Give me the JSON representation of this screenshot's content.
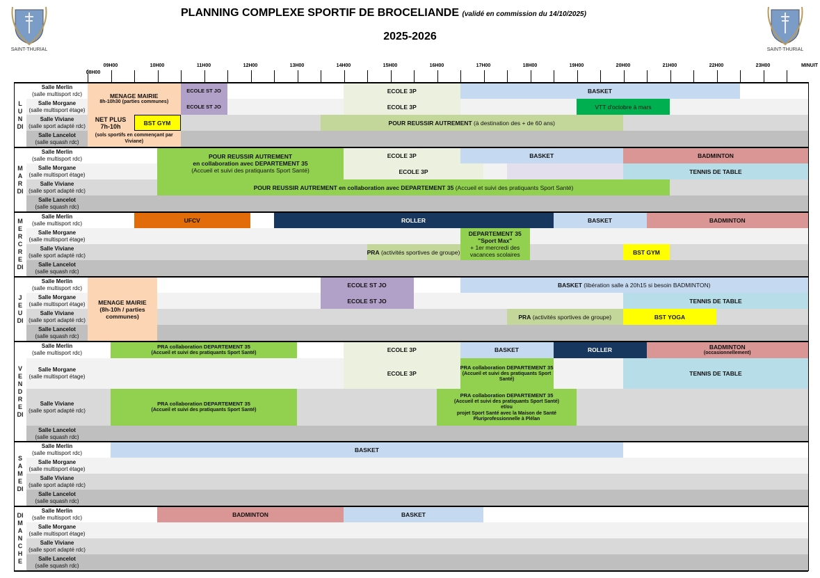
{
  "header": {
    "title": "PLANNING COMPLEXE SPORTIF DE BROCELIANDE",
    "validation": "(validé en commission du 14/10/2025)",
    "season": "2025-2026",
    "logo_caption": "SAINT-THURIAL"
  },
  "hours": [
    "08H00",
    "09H00",
    "10H00",
    "11H00",
    "12H00",
    "13H00",
    "14H00",
    "15H00",
    "16H00",
    "17H00",
    "18H00",
    "19H00",
    "20H00",
    "21H00",
    "22H00",
    "23H00",
    "MINUIT"
  ],
  "rooms": [
    {
      "name": "Salle Merlin",
      "desc": "(salle multisport rdc)"
    },
    {
      "name": "Salle Morgane",
      "desc": "(salle multisport étage)"
    },
    {
      "name": "Salle Viviane",
      "desc": "(salle sport adapté rdc)"
    },
    {
      "name": "Salle Lancelot",
      "desc": "(salle squash rdc)"
    }
  ],
  "colors": {
    "row": [
      "#ffffff",
      "#f2f2f2",
      "#d9d9d9",
      "#bfbfbf"
    ]
  },
  "days": [
    {
      "name": "LUNDI",
      "events": [
        {
          "r": [
            0,
            1
          ],
          "start": 8,
          "end": 10.5,
          "title": "MENAGE MAIRIE",
          "detail": "",
          "sub": [
            "8h-10h30 (parties communes)"
          ],
          "color": "#fcd5b4"
        },
        {
          "r": [
            2,
            3
          ],
          "start": 8,
          "end": 10.5,
          "title": "NET PLUS",
          "sub": [
            "7h-10h"
          ],
          "note": "(sols sportifs en commençant par Viviane)",
          "color": "#fcd5b4",
          "kind": "netplus"
        },
        {
          "r": [
            2,
            2
          ],
          "start": 9.5,
          "end": 10.5,
          "title": "BST GYM",
          "color": "#ffff00",
          "border": true
        },
        {
          "r": [
            0,
            0
          ],
          "start": 10.5,
          "end": 11.5,
          "title": "ECOLE ST JO",
          "color": "#b1a0c7",
          "small": true
        },
        {
          "r": [
            1,
            1
          ],
          "start": 10.5,
          "end": 11.5,
          "title": "ECOLE ST JO",
          "color": "#b1a0c7",
          "small": true
        },
        {
          "r": [
            0,
            0
          ],
          "start": 14,
          "end": 16.5,
          "title": "ECOLE 3P",
          "color": "#ebf1de"
        },
        {
          "r": [
            1,
            1
          ],
          "start": 14,
          "end": 16.5,
          "title": "ECOLE 3P",
          "color": "#ebf1de"
        },
        {
          "r": [
            0,
            0
          ],
          "start": 16.5,
          "end": 22.5,
          "title": "BASKET",
          "color": "#c5d9f1"
        },
        {
          "r": [
            1,
            1
          ],
          "start": 19,
          "end": 21,
          "title": "",
          "detail": "VTT d'octobre à mars",
          "color": "#00b050"
        },
        {
          "r": [
            2,
            2
          ],
          "start": 13.5,
          "end": 20,
          "title": "POUR REUSSIR AUTREMENT",
          "detail": " (à destination des + de 60 ans)",
          "color": "#c4d79b"
        }
      ]
    },
    {
      "name": "MARDI",
      "events": [
        {
          "r": [
            0,
            1
          ],
          "start": 10,
          "end": 14,
          "title": "POUR REUSSIR AUTREMENT",
          "sub2": [
            "en collaboration avec DEPARTEMENT 35"
          ],
          "lines": [
            "(Accueil et suivi des pratiquants Sport Santé)"
          ],
          "color": "#92d050"
        },
        {
          "r": [
            0,
            0
          ],
          "start": 14,
          "end": 16.5,
          "title": "ECOLE 3P",
          "color": "#ebf1de"
        },
        {
          "r": [
            1,
            1
          ],
          "start": 14,
          "end": 17,
          "title": "ECOLE 3P",
          "color": "#ebf1de"
        },
        {
          "r": [
            1,
            1
          ],
          "start": 17.5,
          "end": 20,
          "title": "",
          "color": "#e4dfec"
        },
        {
          "r": [
            0,
            0
          ],
          "start": 16.5,
          "end": 20,
          "title": "BASKET",
          "color": "#c5d9f1"
        },
        {
          "r": [
            0,
            0
          ],
          "start": 20,
          "end": 24,
          "title": "BADMINTON",
          "color": "#da9694"
        },
        {
          "r": [
            1,
            1
          ],
          "start": 20,
          "end": 24,
          "title": "TENNIS DE TABLE",
          "color": "#b7dde8"
        },
        {
          "r": [
            2,
            2
          ],
          "start": 10,
          "end": 21,
          "title": "POUR REUSSIR AUTREMENT en collaboration avec DEPARTEMENT 35",
          "detail": " (Accueil et suivi des pratiquants Sport Santé)",
          "color": "#92d050"
        }
      ]
    },
    {
      "name": "MERCREDI",
      "events": [
        {
          "r": [
            0,
            0
          ],
          "start": 9.5,
          "end": 12,
          "title": "UFCV",
          "color": "#e26b0a"
        },
        {
          "r": [
            0,
            0
          ],
          "start": 12.5,
          "end": 18.5,
          "title": "ROLLER",
          "color": "#17375e",
          "text": "#ffffff"
        },
        {
          "r": [
            0,
            0
          ],
          "start": 18.5,
          "end": 20.5,
          "title": "BASKET",
          "color": "#c5d9f1"
        },
        {
          "r": [
            0,
            0
          ],
          "start": 20.5,
          "end": 24,
          "title": "BADMINTON",
          "color": "#da9694"
        },
        {
          "r": [
            2,
            2
          ],
          "start": 14.5,
          "end": 16.5,
          "title": "PRA",
          "detail": " (activités sportives de groupe)",
          "color": "#c4d79b"
        },
        {
          "r": [
            1,
            2
          ],
          "start": 16.5,
          "end": 18,
          "title": "DEPARTEMENT 35",
          "sub2": [
            "\"Sport Max\""
          ],
          "lines": [
            "+ 1er mercredi des vacances scolaires"
          ],
          "color": "#92d050"
        },
        {
          "r": [
            2,
            2
          ],
          "start": 20,
          "end": 21,
          "title": "BST GYM",
          "color": "#ffff00"
        }
      ]
    },
    {
      "name": "JEUDI",
      "events": [
        {
          "r": [
            0,
            3
          ],
          "start": 8,
          "end": 10,
          "title": "MENAGE MAIRIE",
          "sub2": [
            "(8h-10h / parties communes)"
          ],
          "color": "#fcd5b4"
        },
        {
          "r": [
            0,
            0
          ],
          "start": 13.5,
          "end": 15.5,
          "title": "ECOLE ST JO",
          "color": "#b1a0c7"
        },
        {
          "r": [
            1,
            1
          ],
          "start": 13.5,
          "end": 15.5,
          "title": "ECOLE ST JO",
          "color": "#b1a0c7"
        },
        {
          "r": [
            0,
            0
          ],
          "start": 16.5,
          "end": 24,
          "title": "BASKET",
          "detail": " (libération salle à 20h15 si besoin BADMINTON)",
          "color": "#c5d9f1"
        },
        {
          "r": [
            1,
            1
          ],
          "start": 20,
          "end": 24,
          "title": "TENNIS DE TABLE",
          "color": "#b7dde8"
        },
        {
          "r": [
            2,
            2
          ],
          "start": 17.5,
          "end": 20,
          "title": "PRA",
          "detail": " (activités sportives de groupe)",
          "color": "#c4d79b"
        },
        {
          "r": [
            2,
            2
          ],
          "start": 20,
          "end": 22,
          "title": "BST YOGA",
          "color": "#ffff00"
        }
      ]
    },
    {
      "name": "VENDREDI",
      "events": [
        {
          "r": [
            0,
            0
          ],
          "start": 9,
          "end": 13,
          "title": "PRA collaboration DEPARTEMENT 35",
          "sub": [
            "(Accueil et suivi des pratiquants Sport Santé)"
          ],
          "color": "#92d050",
          "small": true
        },
        {
          "r": [
            0,
            0
          ],
          "start": 14,
          "end": 16.5,
          "title": "ECOLE 3P",
          "color": "#ebf1de"
        },
        {
          "r": [
            1,
            1
          ],
          "start": 14,
          "end": 16.5,
          "title": "ECOLE 3P",
          "color": "#ebf1de"
        },
        {
          "r": [
            0,
            0
          ],
          "start": 16.5,
          "end": 18.5,
          "title": "BASKET",
          "color": "#c5d9f1"
        },
        {
          "r": [
            0,
            0
          ],
          "start": 18.5,
          "end": 20.5,
          "title": "ROLLER",
          "color": "#17375e",
          "text": "#ffffff"
        },
        {
          "r": [
            0,
            0
          ],
          "start": 20.5,
          "end": 24,
          "title": "BADMINTON",
          "sub": [
            "(occasionnellement)"
          ],
          "color": "#da9694"
        },
        {
          "r": [
            1,
            1
          ],
          "start": 16.5,
          "end": 18.5,
          "title": "PRA collaboration DEPARTEMENT 35",
          "sub": [
            "(Accueil et suivi des pratiquants Sport Santé)"
          ],
          "color": "#92d050",
          "small": true
        },
        {
          "r": [
            1,
            1
          ],
          "start": 20,
          "end": 24,
          "title": "TENNIS DE TABLE",
          "color": "#b7dde8"
        },
        {
          "r": [
            2,
            2
          ],
          "start": 9,
          "end": 13,
          "title": "PRA collaboration DEPARTEMENT 35",
          "sub": [
            "(Accueil et suivi des pratiquants Sport Santé)"
          ],
          "color": "#92d050",
          "small": true
        },
        {
          "r": [
            2,
            2
          ],
          "start": 16,
          "end": 19,
          "title": "PRA collaboration DEPARTEMENT 35",
          "sub": [
            "(Accueil et suivi des pratiquants Sport Santé)",
            "et/ou",
            "projet Sport Santé avec la Maison de Santé Pluriprofessionnelle à Plélan"
          ],
          "color": "#92d050",
          "small": true
        }
      ]
    },
    {
      "name": "SAMEDI",
      "events": [
        {
          "r": [
            0,
            0
          ],
          "start": 9,
          "end": 20,
          "title": "BASKET",
          "color": "#c5d9f1"
        }
      ]
    },
    {
      "name": "DIMANCHE",
      "events": [
        {
          "r": [
            0,
            0
          ],
          "start": 10,
          "end": 14,
          "title": "BADMINTON",
          "color": "#da9694"
        },
        {
          "r": [
            0,
            0
          ],
          "start": 14,
          "end": 17,
          "title": "BASKET",
          "color": "#c5d9f1"
        }
      ]
    }
  ]
}
